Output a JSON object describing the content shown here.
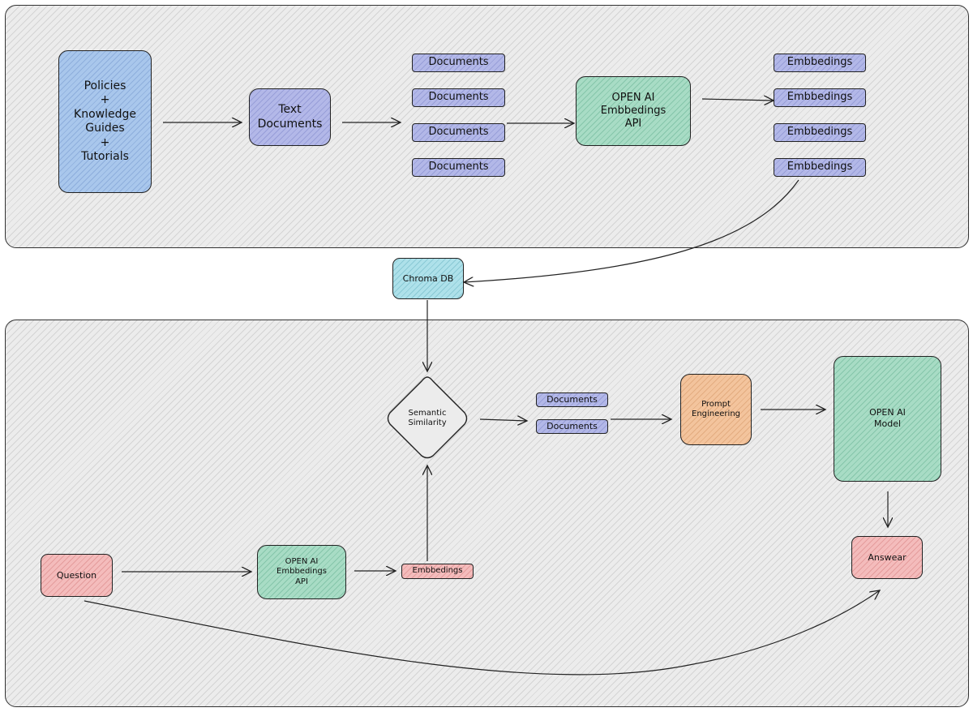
{
  "ingestion": {
    "source": "Policies\n+\nKnowledge\nGuides\n+\nTutorials",
    "text_documents": "Text\nDocuments",
    "documents": [
      "Documents",
      "Documents",
      "Documents",
      "Documents"
    ],
    "embeddings_api": "OPEN AI\nEmbbedings\nAPI",
    "embeddings": [
      "Embbedings",
      "Embbedings",
      "Embbedings",
      "Embbedings"
    ]
  },
  "store": {
    "label": "Chroma DB"
  },
  "query": {
    "question": "Question",
    "embeddings_api": "OPEN AI\nEmbbedings\nAPI",
    "embeddings": "Embbedings",
    "similarity": "Semantic\nSimilarity",
    "documents": [
      "Documents",
      "Documents"
    ],
    "prompt": "Prompt\nEngineering",
    "model": "OPEN AI\nModel",
    "answer": "Answear"
  },
  "colors": {
    "blue": "#a9c7ec",
    "indigo": "#b3b8e8",
    "green": "#a8dcc5",
    "cyan": "#aee1ea",
    "orange": "#f3c49d",
    "red": "#f4bcbc",
    "panel": "#ececec"
  }
}
